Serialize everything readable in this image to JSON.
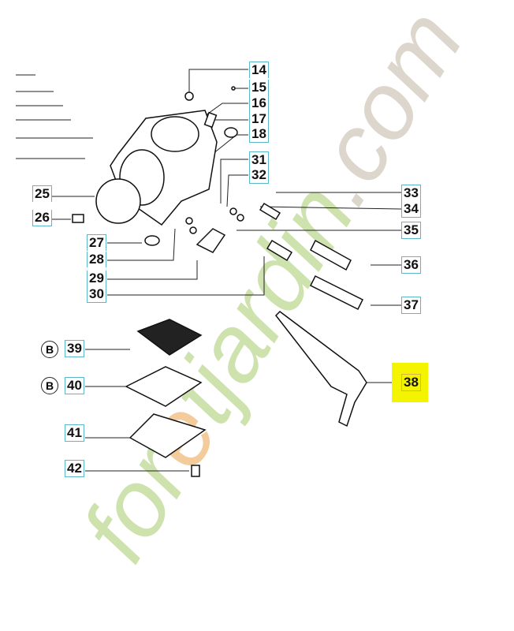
{
  "watermark": {
    "text": "foretjardin.com",
    "colors": {
      "green": "#c6dea0",
      "orange": "#f3c48b",
      "gray": "#d6d0c4"
    }
  },
  "highlight_color": "#f4f400",
  "labels": {
    "p14": "14",
    "p15": "15",
    "p16": "16",
    "p17": "17",
    "p18": "18",
    "p25": "25",
    "p26": "26",
    "p27": "27",
    "p28": "28",
    "p29": "29",
    "p30": "30",
    "p31": "31",
    "p32": "32",
    "p33": "33",
    "p34": "34",
    "p35": "35",
    "p36": "36",
    "p37": "37",
    "p38": "38",
    "p39": "39",
    "p40": "40",
    "p41": "41",
    "p42": "42"
  },
  "kit_marker": "B"
}
